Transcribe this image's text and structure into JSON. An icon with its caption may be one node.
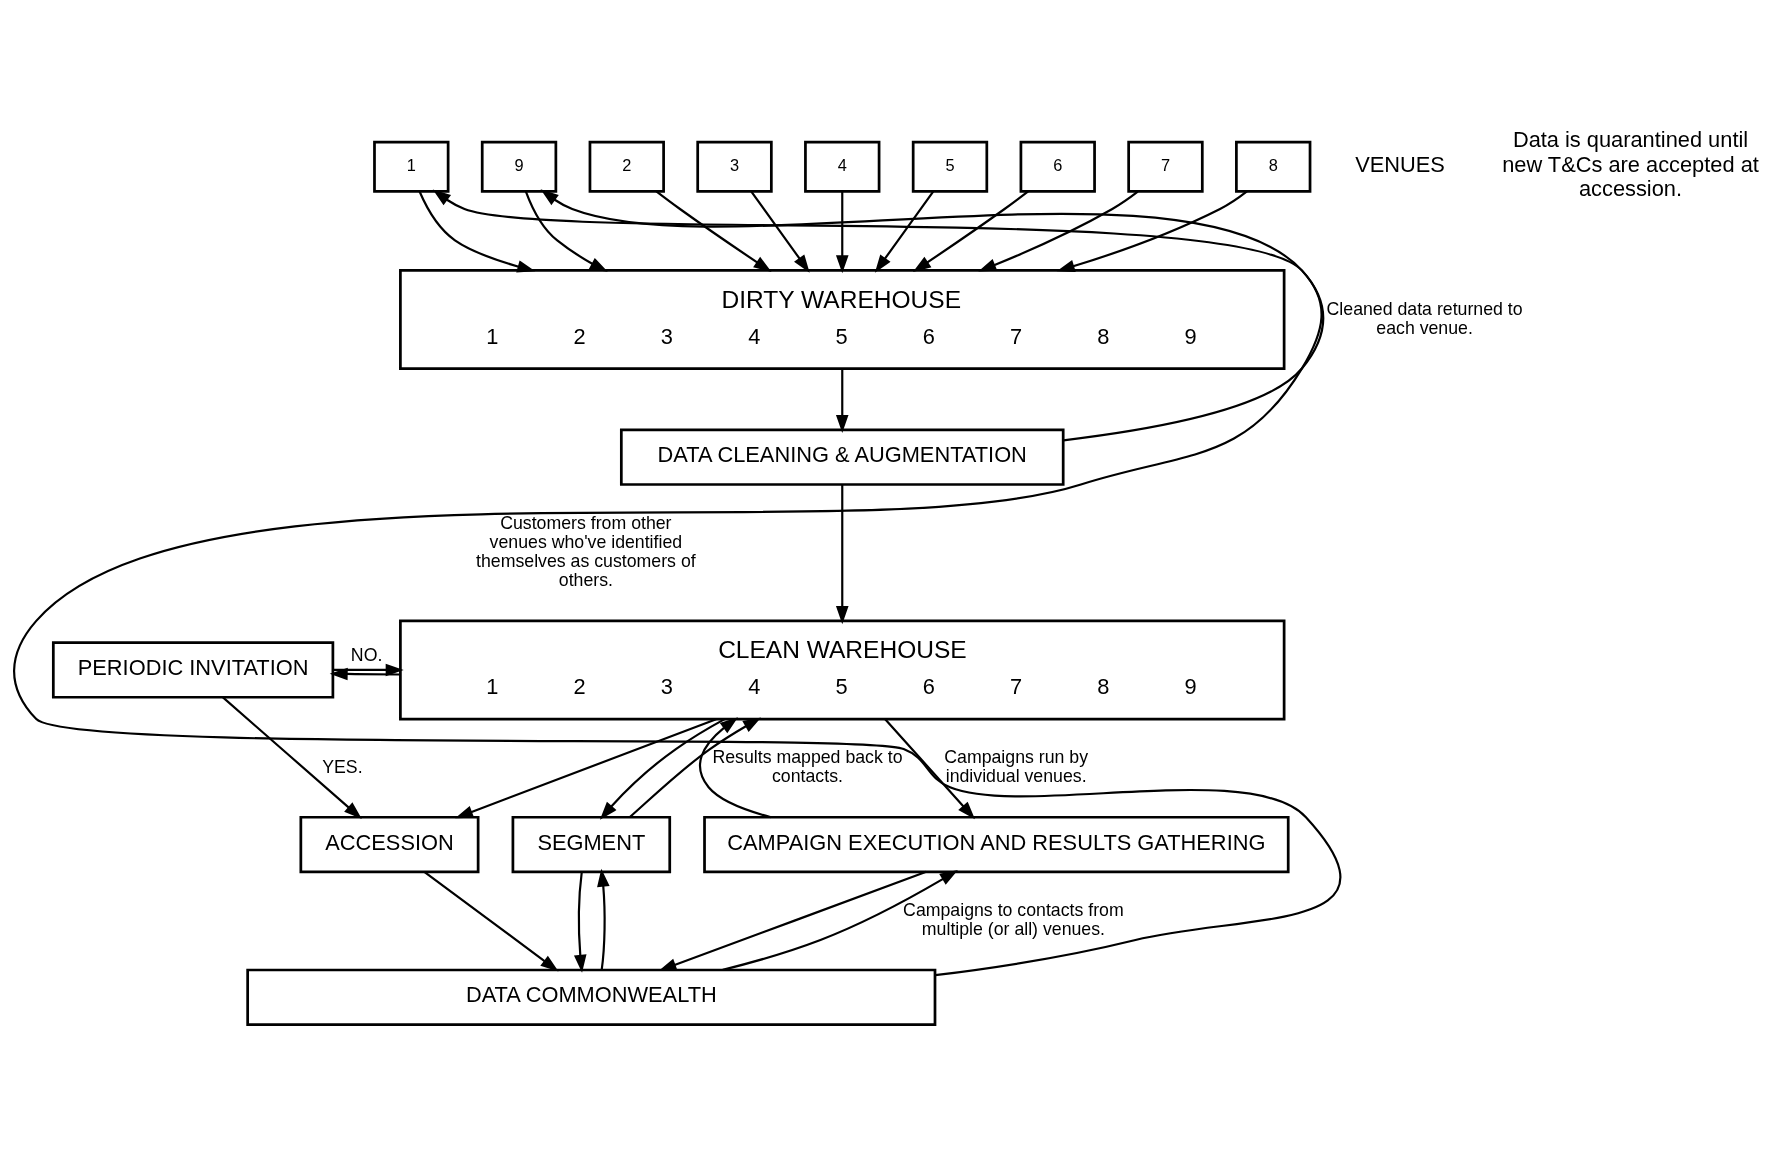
{
  "diagram": {
    "nodes": [
      {
        "text": [
          "1"
        ]
      },
      {
        "text": [
          "2"
        ]
      },
      {
        "text": [
          "3"
        ]
      },
      {
        "text": [
          "4"
        ]
      },
      {
        "text": [
          "5"
        ]
      },
      {
        "text": [
          "6"
        ]
      },
      {
        "text": [
          "7"
        ]
      },
      {
        "text": [
          "8"
        ]
      },
      {
        "text": [
          "9"
        ]
      },
      {
        "text": [
          "DIRTY WAREHOUSE",
          "1",
          "2",
          "3",
          "4",
          "5",
          "6",
          "7",
          "8",
          "9"
        ]
      },
      {
        "text": [
          "DATA CLEANING & AUGMENTATION"
        ]
      },
      {
        "text": [
          "CLEAN WAREHOUSE",
          "1",
          "2",
          "3",
          "4",
          "5",
          "6",
          "7",
          "8",
          "9"
        ]
      },
      {
        "text": [
          "PERIODIC INVITATION"
        ]
      },
      {
        "text": [
          "ACCESSION"
        ]
      },
      {
        "text": [
          "SEGMENT"
        ]
      },
      {
        "text": [
          "DATA COMMONWEALTH"
        ]
      },
      {
        "text": [
          "CAMPAIGN EXECUTION AND RESULTS GATHERING"
        ]
      }
    ],
    "edges": [
      {
        "from": 0,
        "to": 9,
        "arrow": "to"
      },
      {
        "from": 1,
        "to": 9,
        "arrow": "to"
      },
      {
        "from": 2,
        "to": 9,
        "arrow": "to"
      },
      {
        "from": 3,
        "to": 9,
        "arrow": "to"
      },
      {
        "from": 4,
        "to": 9,
        "arrow": "to"
      },
      {
        "from": 5,
        "to": 9,
        "arrow": "to"
      },
      {
        "from": 6,
        "to": 9,
        "arrow": "to"
      },
      {
        "from": 7,
        "to": 9,
        "arrow": "to"
      },
      {
        "from": 8,
        "to": 9,
        "arrow": "to"
      },
      {
        "from": 9,
        "to": 10,
        "arrow": "to"
      },
      {
        "from": 10,
        "to": 8,
        "arrow": "to",
        "label": "Cleaned data returned to each venue."
      },
      {
        "from": 10,
        "to": 11,
        "arrow": "to"
      },
      {
        "from": 11,
        "to": 12,
        "arrow": "to"
      },
      {
        "from": 12,
        "to": 11,
        "arrow": "to",
        "label": "NO."
      },
      {
        "from": 12,
        "to": 13,
        "arrow": "to",
        "label": "YES."
      },
      {
        "from": 11,
        "to": 13,
        "arrow": "to"
      },
      {
        "from": 14,
        "to": 11,
        "arrow": "to"
      },
      {
        "from": 11,
        "to": 14,
        "arrow": "to"
      },
      {
        "from": 13,
        "to": 15,
        "arrow": "to"
      },
      {
        "from": 15,
        "to": 14,
        "arrow": "to"
      },
      {
        "from": 14,
        "to": 15,
        "arrow": "to"
      },
      {
        "from": 15,
        "to": 0,
        "arrow": "to",
        "label": "Customers from other venues who've identified themselves as customers of others."
      },
      {
        "from": 11,
        "to": 16,
        "arrow": "to",
        "label": "Campaigns run by individual venues."
      },
      {
        "from": 16,
        "to": 11,
        "arrow": "to",
        "label": "Results mapped back to contacts."
      },
      {
        "from": 16,
        "to": 15,
        "arrow": "to"
      },
      {
        "from": 15,
        "to": 16,
        "arrow": "to",
        "label": "Campaigns to contacts from multiple (or all) venues."
      }
    ],
    "labels": [
      "VENUES",
      "Data is quarantined until new T&Cs are accepted at accession."
    ]
  }
}
